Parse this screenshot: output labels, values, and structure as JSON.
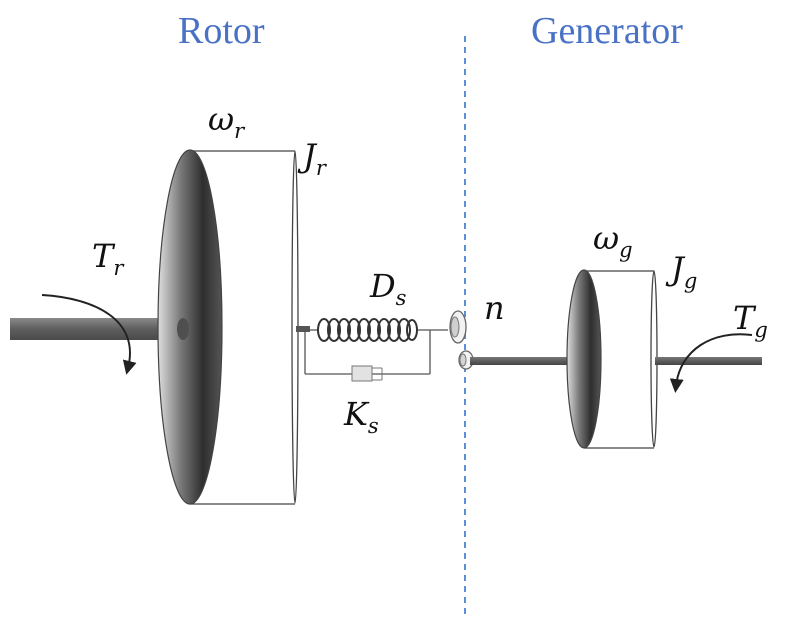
{
  "headers": {
    "rotor": "Rotor",
    "generator": "Generator"
  },
  "symbols": {
    "omega_r": {
      "main": "ω",
      "sub": "r"
    },
    "J_r": {
      "main": "J",
      "sub": "r"
    },
    "T_r": {
      "main": "T",
      "sub": "r"
    },
    "D_s": {
      "main": "D",
      "sub": "s"
    },
    "K_s": {
      "main": "K",
      "sub": "s"
    },
    "n": {
      "main": "n",
      "sub": ""
    },
    "omega_g": {
      "main": "ω",
      "sub": "g"
    },
    "J_g": {
      "main": "J",
      "sub": "g"
    },
    "T_g": {
      "main": "T",
      "sub": "g"
    }
  },
  "colors": {
    "header_text": "#4a72c4",
    "divider": "#5b8fd6",
    "shaft": "#6d6d6d",
    "outline": "#444444"
  }
}
